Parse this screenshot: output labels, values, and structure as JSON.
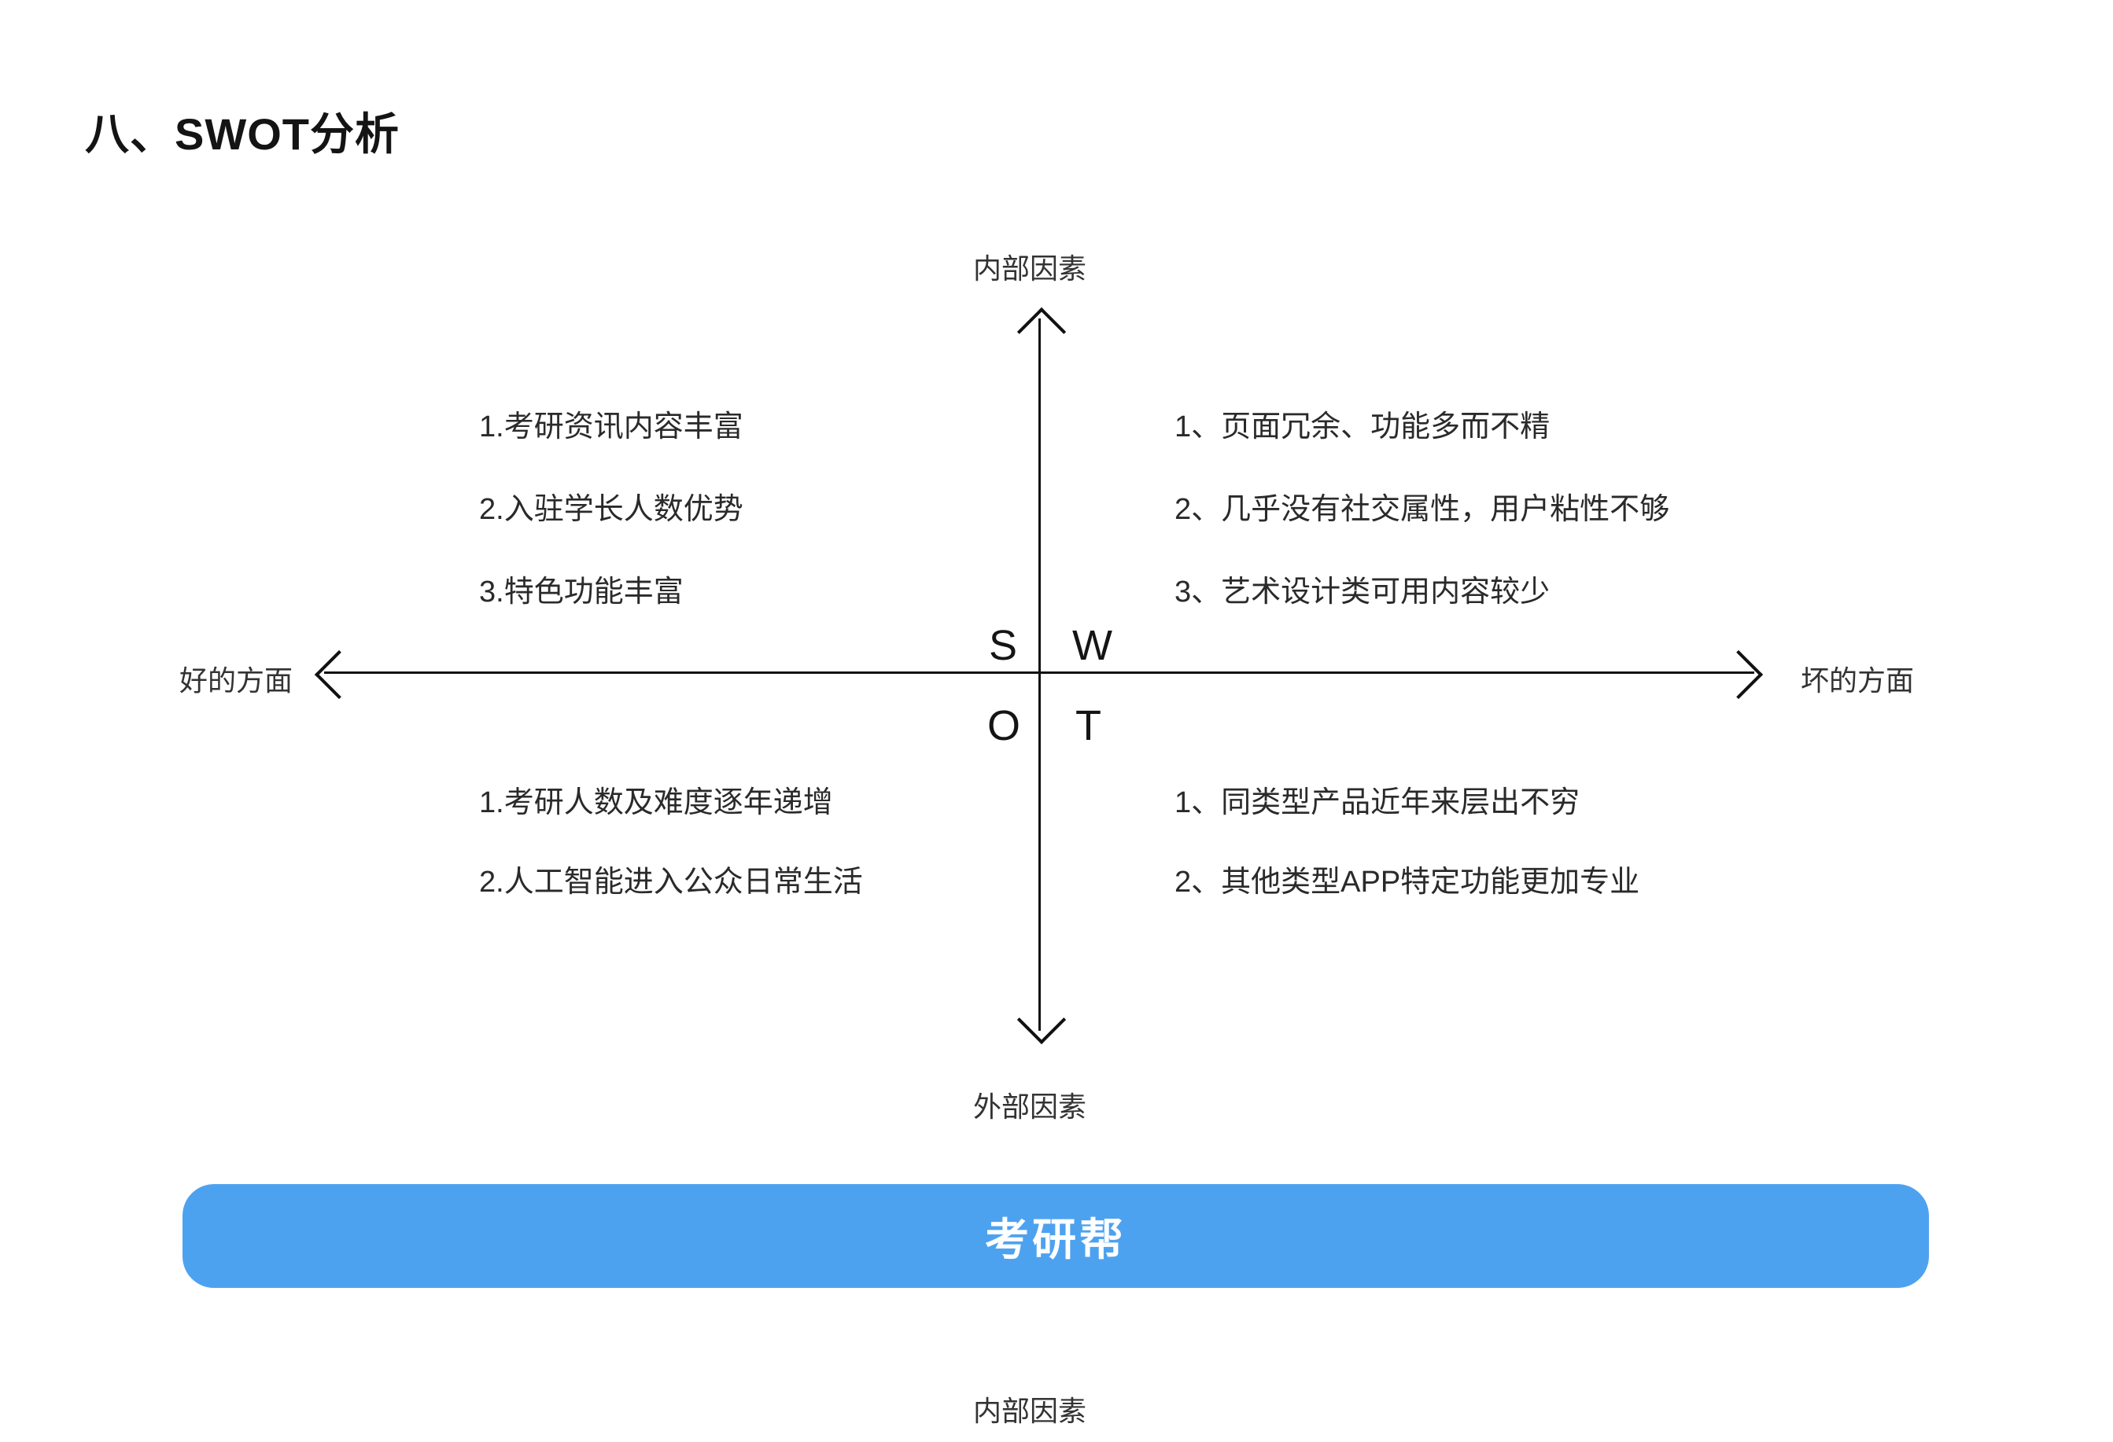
{
  "page": {
    "title": "八、SWOT分析",
    "background_color": "#ffffff"
  },
  "diagram": {
    "type": "swot-matrix",
    "axes": {
      "vertical_top_label": "内部因素",
      "vertical_bottom_label": "外部因素",
      "horizontal_left_label": "好的方面",
      "horizontal_right_label": "坏的方面"
    },
    "letters": {
      "strengths": "S",
      "weaknesses": "W",
      "opportunities": "O",
      "threats": "T"
    },
    "quadrants": {
      "strengths": {
        "items": [
          "1.考研资讯内容丰富",
          "2.入驻学长人数优势",
          "3.特色功能丰富"
        ]
      },
      "weaknesses": {
        "items": [
          "1、页面冗余、功能多而不精",
          "2、几乎没有社交属性，用户粘性不够",
          "3、艺术设计类可用内容较少"
        ]
      },
      "opportunities": {
        "items": [
          "1.考研人数及难度逐年递增",
          "2.人工智能进入公众日常生活"
        ]
      },
      "threats": {
        "items": [
          "1、同类型产品近年来层出不穷",
          "2、其他类型APP特定功能更加专业"
        ]
      }
    }
  },
  "banner": {
    "label": "考研帮",
    "background_color": "#4da2f0",
    "text_color": "#ffffff"
  },
  "footer": {
    "label": "内部因素"
  }
}
